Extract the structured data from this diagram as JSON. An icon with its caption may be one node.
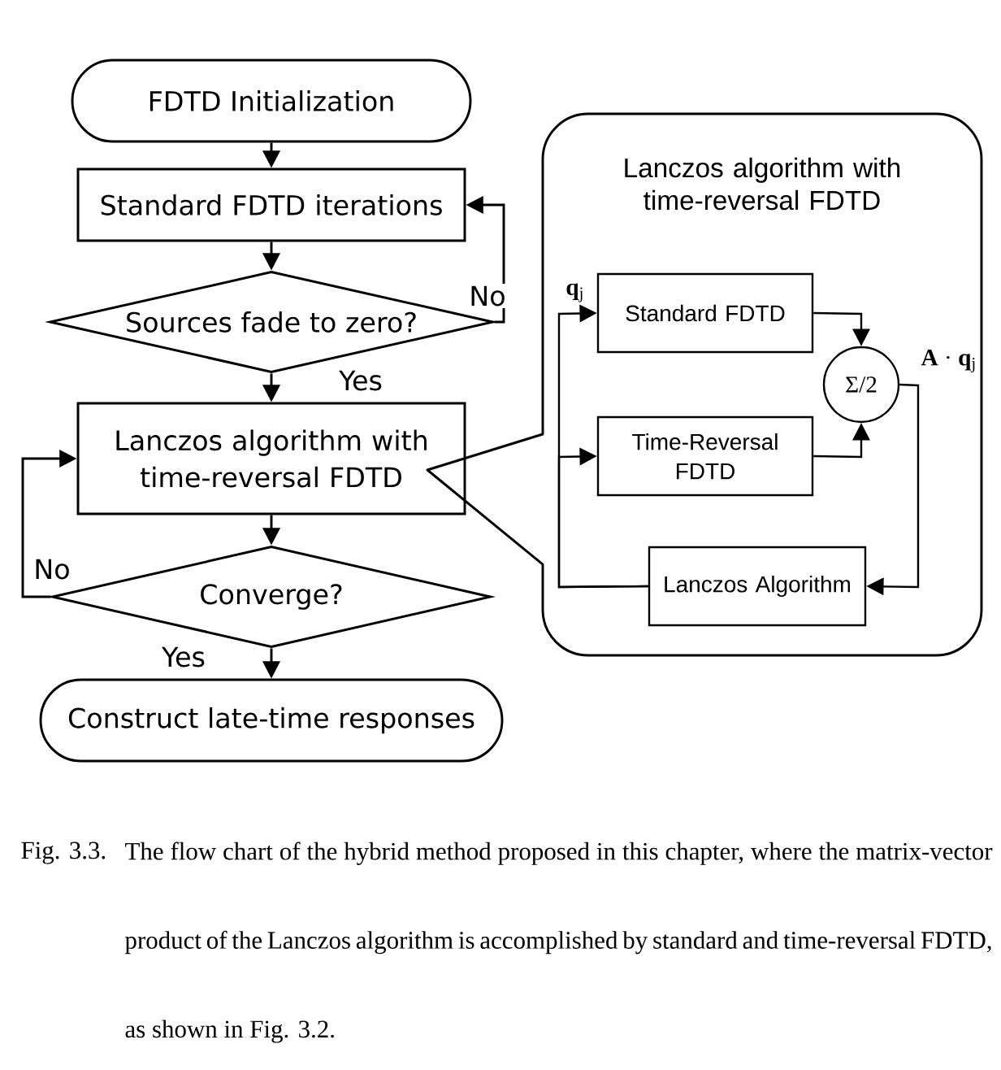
{
  "diagram": {
    "caption": "The flow chart of the hybrid method proposed in this chapter, where the matrix-vector product of the Lanczos algorithm is accomplished by standard and time-reversal FDTD, as shown in Fig. 3.2.",
    "nodes": [
      {
        "text": [
          "FDTD Initialization"
        ]
      },
      {
        "text": [
          "Standard FDTD iterations"
        ]
      },
      {
        "text": [
          "Sources fade to zero?"
        ]
      },
      {
        "text": [
          "Lanczos algorithm with time-reversal FDTD"
        ]
      },
      {
        "text": [
          "Converge?"
        ]
      },
      {
        "text": [
          "Construct late-time responses"
        ]
      },
      {
        "text": [
          "Lanczos algorithm with time-reversal FDTD"
        ]
      },
      {
        "text": [
          "Standard FDTD"
        ],
        "in": 6
      },
      {
        "text": [
          "Time-Reversal FDTD"
        ],
        "in": 6
      },
      {
        "text": [
          "Σ/2"
        ],
        "in": 6
      },
      {
        "text": [
          "Lanczos Algorithm"
        ],
        "in": 6
      }
    ],
    "edges": [
      {
        "from": 0,
        "to": 1,
        "arrow": "to"
      },
      {
        "from": 1,
        "to": 2,
        "arrow": "to"
      },
      {
        "from": 2,
        "to": 1,
        "arrow": "to",
        "label": "No"
      },
      {
        "from": 2,
        "to": 3,
        "arrow": "to",
        "label": "Yes"
      },
      {
        "from": 3,
        "to": 4,
        "arrow": "to"
      },
      {
        "from": 4,
        "to": 3,
        "arrow": "to",
        "label": "No"
      },
      {
        "from": 4,
        "to": 5,
        "arrow": "to",
        "label": "Yes"
      },
      {
        "from": 7,
        "to": 9,
        "arrow": "to"
      },
      {
        "from": 8,
        "to": 9,
        "arrow": "to"
      },
      {
        "from": 9,
        "to": 10,
        "arrow": "to",
        "label": "**A** · **q**$_{j}$"
      },
      {
        "from": 10,
        "to": 7,
        "arrow": "to",
        "label": "**q**$_{j}$"
      },
      {
        "from": 10,
        "to": 8,
        "arrow": "to"
      }
    ],
    "labels": [
      "Fig. 3.3."
    ]
  }
}
